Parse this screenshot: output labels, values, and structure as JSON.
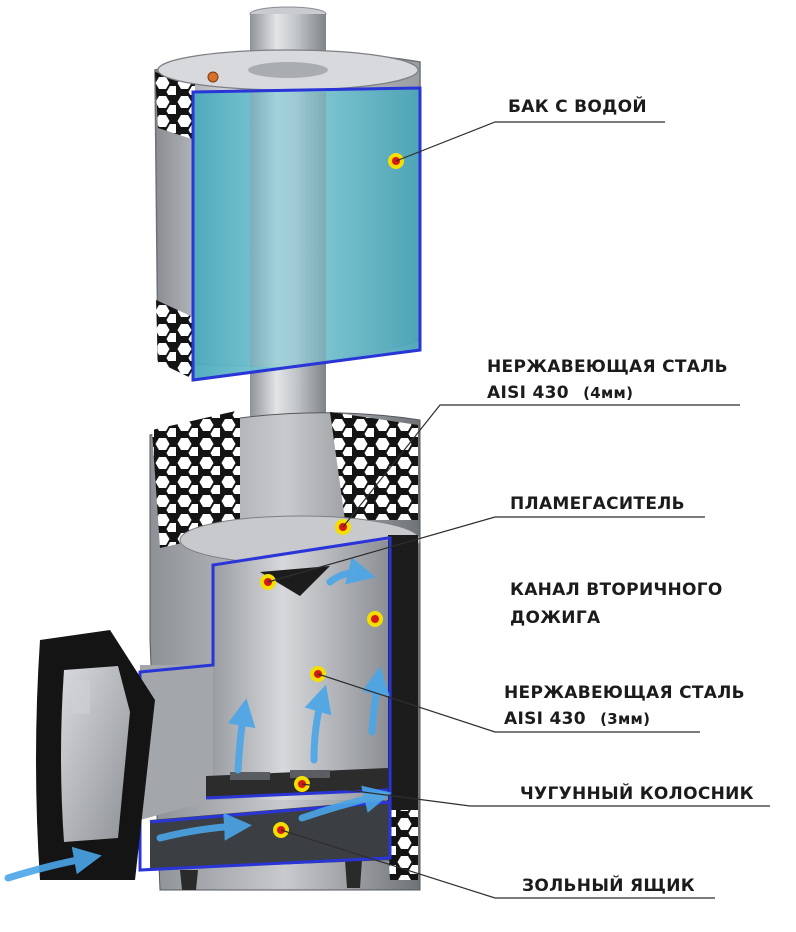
{
  "labels": {
    "water_tank": "БАК С ВОДОЙ",
    "steel_4mm_line1": "НЕРЖАВЕЮЩАЯ СТАЛЬ",
    "steel_4mm_line2_main": "AISI 430",
    "steel_4mm_line2_unit": "(4мм)",
    "flame_arrester": "ПЛАМЕГАСИТЕЛЬ",
    "afterburn_line1": "КАНАЛ ВТОРИЧНОГО",
    "afterburn_line2": "ДОЖИГА",
    "steel_3mm_line1": "НЕРЖАВЕЮЩАЯ СТАЛЬ",
    "steel_3mm_line2_main": "AISI 430",
    "steel_3mm_line2_unit": "(3мм)",
    "grate": "ЧУГУННЫЙ КОЛОСНИК",
    "ash_box": "ЗОЛЬНЫЙ ЯЩИК"
  },
  "colors": {
    "accent_blue": "#2a35d8",
    "water": "#5fb6c6",
    "steel": "#b9bcc0",
    "steel_dark": "#7d8085",
    "black": "#141414",
    "marker_outer": "#f4e000",
    "marker_inner": "#d81818",
    "airflow": "#4aa6e8"
  }
}
